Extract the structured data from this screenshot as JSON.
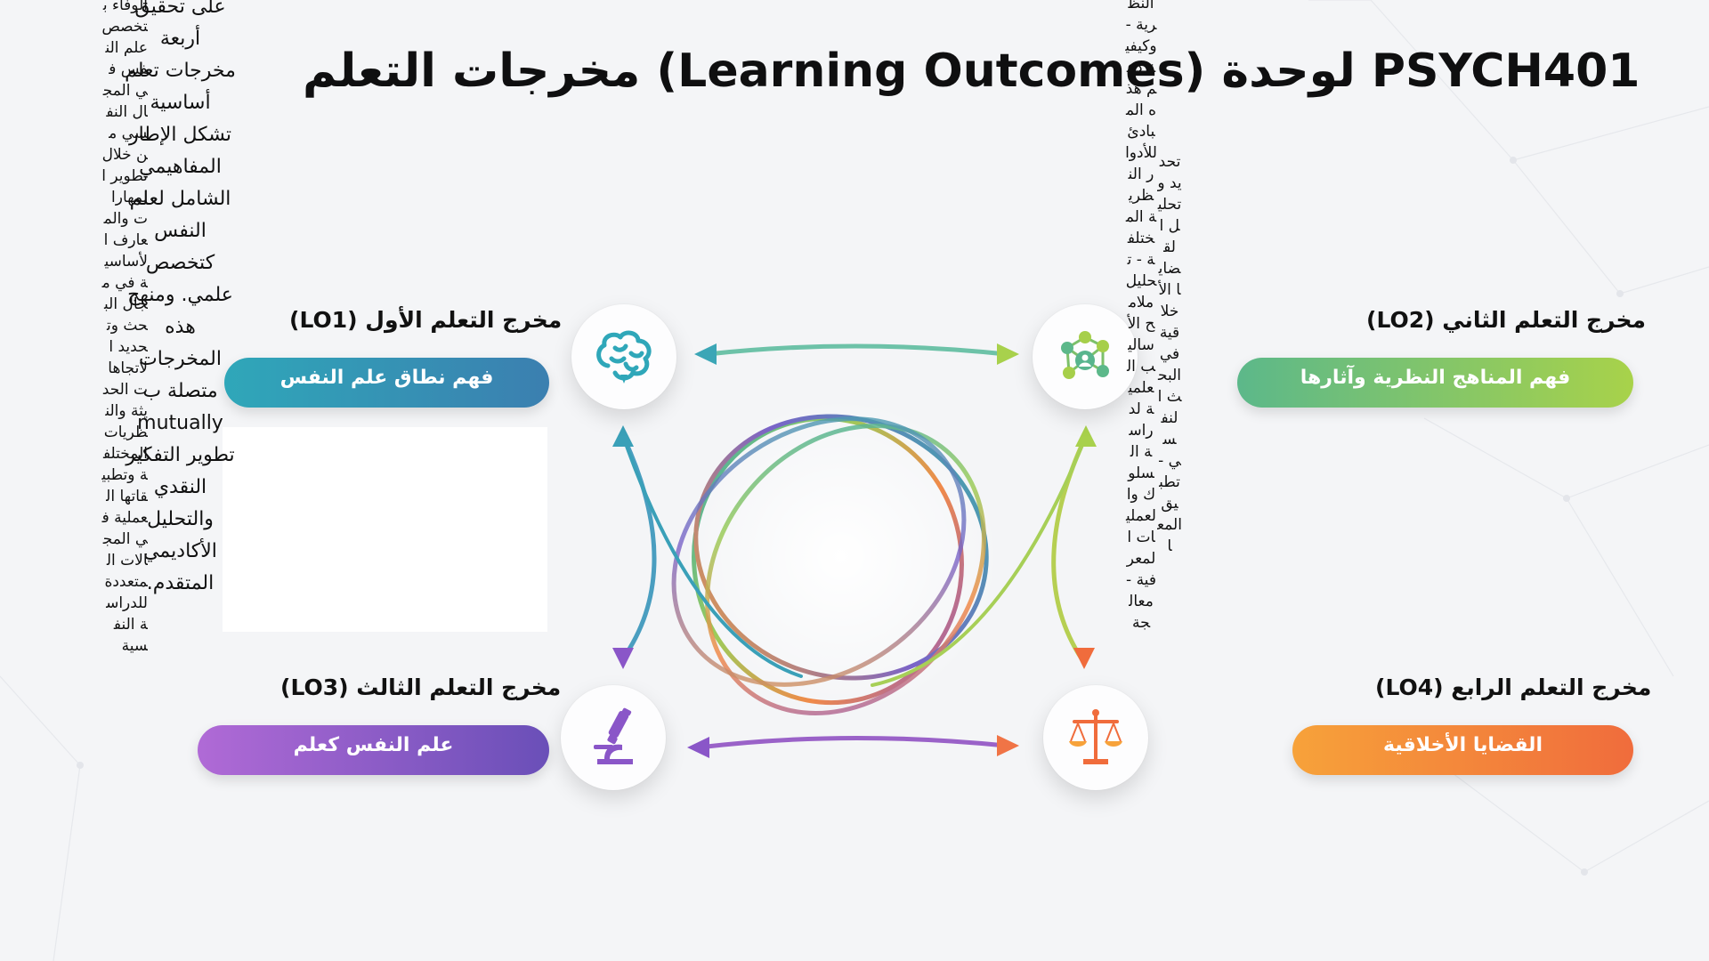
{
  "title": "مخرجات التعلم (Learning Outcomes) لوحدة PSYCH401",
  "outcomes": [
    {
      "heading": "مخرج التعلم الأول (LO1)",
      "label": "فهم نطاق علم النفس",
      "icon": "brain-icon",
      "color_start": "#2fa7b9",
      "color_end": "#3b7fb0"
    },
    {
      "heading": "مخرج التعلم الثاني (LO2)",
      "label": "فهم المناهج النظرية وآثارها",
      "icon": "network-icon",
      "color_start": "#5cb88a",
      "color_end": "#a8d24a"
    },
    {
      "heading": "مخرج التعلم الثالث (LO3)",
      "label": "علم النفس كعلم",
      "icon": "microscope-icon",
      "color_start": "#b06ad6",
      "color_end": "#6a4fb8"
    },
    {
      "heading": "مخرج التعلم الرابع (LO4)",
      "label": "القضايا الأخلاقية",
      "icon": "scales-icon",
      "color_start": "#f7a23a",
      "color_end": "#f06c3c"
    }
  ],
  "overflow_left": "على تحقيق أربعة مخرجات تعلم أساسية تشكل الإطار المفاهيمي الشامل لعلم النفس كتخصص علمي. ومنهج هذه المخرجات متصلة ب mutually تطوير التفكير النقدي والتحليل الأكاديمي المتقدم.",
  "overflow_left_narrow": "الوفاء بتخصص علم النفس في المجال النفسي من خلال تطوير المهارات والمعارف الأساسية في مجال البحث وتحديد الاتجاهات الحديثة والنظريات المختلفة وتطبيقاتها العملية في المجالات المتعددة للدراسة النفسية",
  "overflow_right_a": "النظرية - وكيفية دعم هذه المبادئ للأدوار النظرية المختلفة - تحليل ملامح الأساليب العلمية لدراسة السلوك والعمليات المعرفية - معالجة",
  "overflow_right_b": "تحديد وتحليل القضايا الأخلاقية في البحث النفسي - تطبيق المعا"
}
